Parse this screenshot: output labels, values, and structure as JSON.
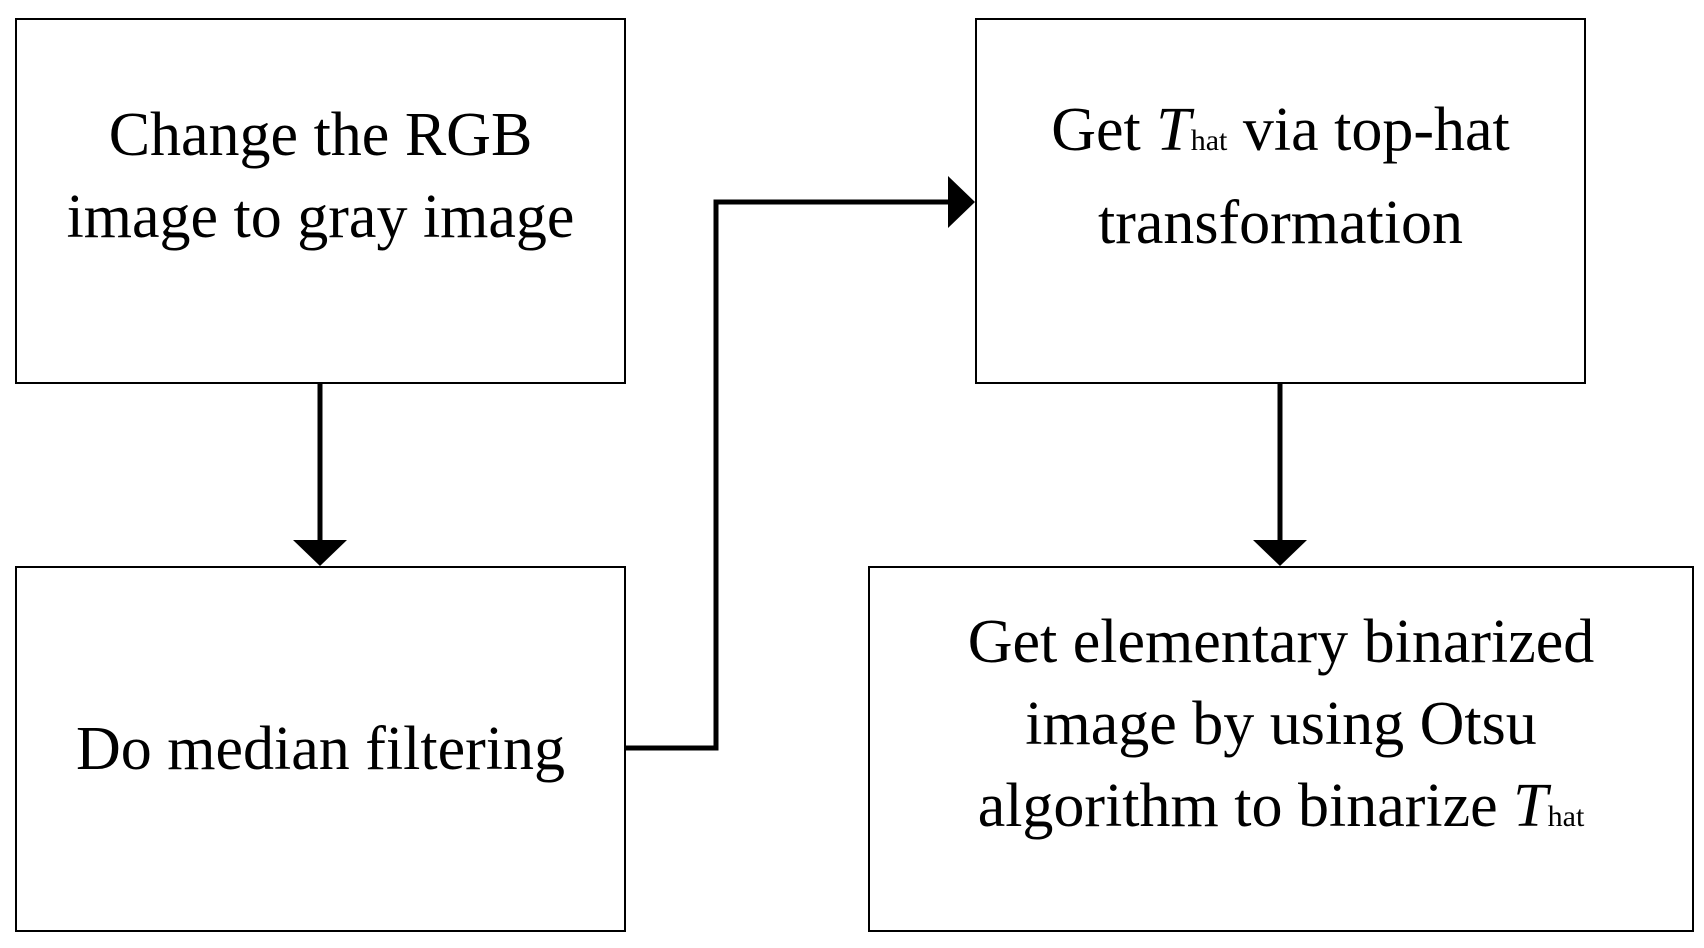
{
  "diagram": {
    "nodes": {
      "rgb_to_gray": {
        "lines": [
          "Change the RGB",
          "image to gray image"
        ]
      },
      "median_filter": {
        "lines": [
          "Do median filtering"
        ]
      },
      "top_hat": {
        "line1_prefix": "Get ",
        "line1_symbol": "T",
        "line1_subscript": "hat",
        "line1_suffix": " via top-hat",
        "line2": "transformation"
      },
      "otsu": {
        "line1": "Get elementary binarized",
        "line2": "image by using Otsu",
        "line3_prefix": "algorithm to binarize ",
        "line3_symbol": "T",
        "line3_subscript": "hat"
      }
    },
    "edges": [
      {
        "from": "rgb_to_gray",
        "to": "median_filter"
      },
      {
        "from": "median_filter",
        "to": "top_hat"
      },
      {
        "from": "top_hat",
        "to": "otsu"
      }
    ],
    "colors": {
      "stroke": "#000000",
      "background": "#ffffff"
    }
  }
}
